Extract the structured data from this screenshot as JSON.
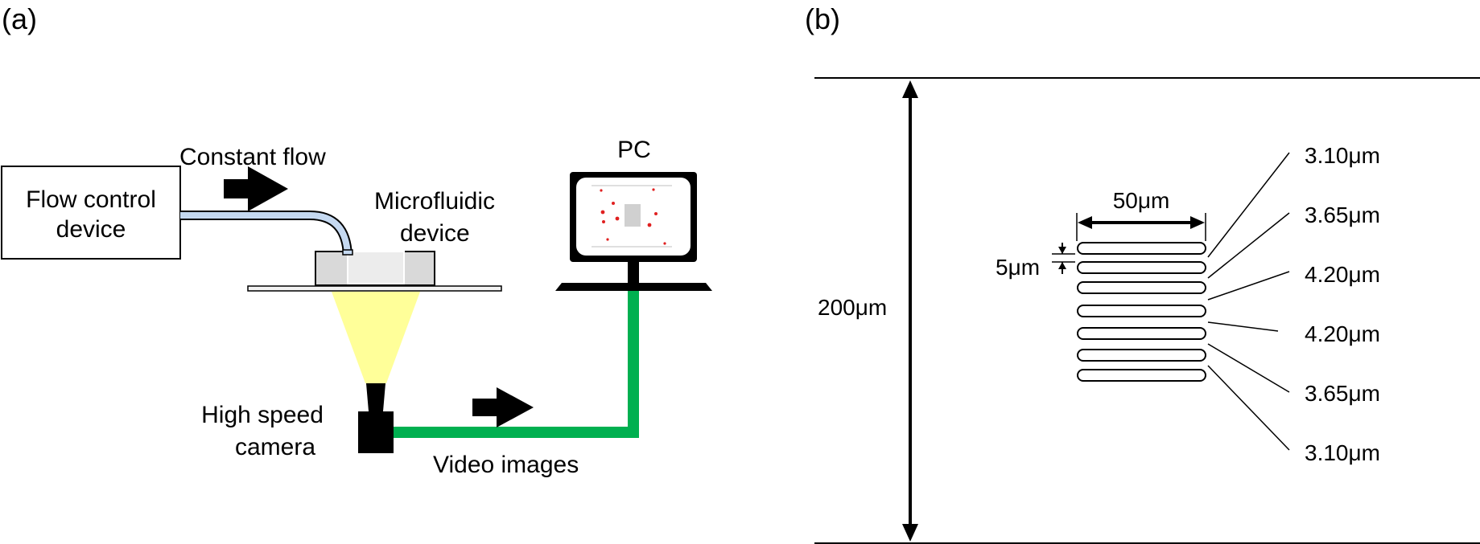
{
  "panel_a": {
    "label": "(a)",
    "flow_control_line1": "Flow control",
    "flow_control_line2": "device",
    "constant_flow": "Constant flow",
    "microfluidic_line1": "Microfluidic",
    "microfluidic_line2": "device",
    "pc": "PC",
    "camera_line1": "High speed",
    "camera_line2": "camera",
    "video_images": "Video images"
  },
  "panel_b": {
    "label": "(b)",
    "height_dim": "200μm",
    "width_dim": "50μm",
    "gap_dim": "5μm",
    "channel_widths": [
      "3.10μm",
      "3.65μm",
      "4.20μm",
      "4.20μm",
      "3.65μm",
      "3.10μm"
    ]
  },
  "colors": {
    "tube": "#c5d9f1",
    "light_cone": "#ffff99",
    "video_cable": "#00b050",
    "particles": "#e02020",
    "chip": "#d9d9d9"
  }
}
